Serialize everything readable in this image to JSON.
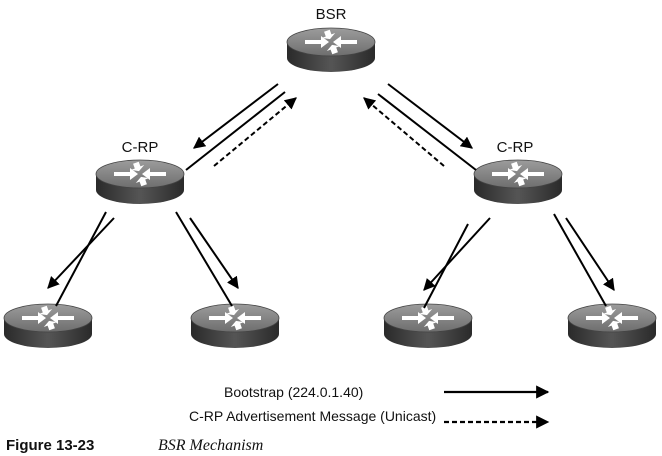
{
  "routers": {
    "bsr_label": "BSR",
    "crp_left_label": "C-RP",
    "crp_right_label": "C-RP",
    "icon": "router-icon"
  },
  "legend": {
    "bootstrap": "Bootstrap (224.0.1.40)",
    "advertisement": "C-RP Advertisement Message (Unicast)"
  },
  "caption": {
    "number": "Figure 13-23",
    "title": "BSR Mechanism"
  },
  "colors": {
    "router_top": "#8a8a8a",
    "router_side": "#3a3a3a",
    "line": "#000000"
  }
}
